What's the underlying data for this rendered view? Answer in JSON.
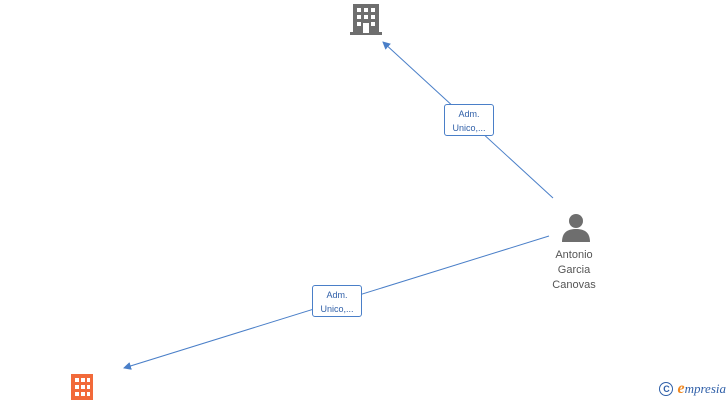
{
  "nodes": {
    "company_top": {
      "type": "company",
      "color": "#6e6e6e",
      "icon": "building-icon"
    },
    "company_bottom": {
      "type": "company",
      "color": "#f26a3a",
      "icon": "building-icon"
    },
    "person": {
      "type": "person",
      "color": "#6e6e6e",
      "icon": "person-icon",
      "name_lines": [
        "Antonio",
        "Garcia",
        "Canovas"
      ]
    }
  },
  "edges": [
    {
      "from": "person",
      "to": "company_top",
      "label_lines": [
        "Adm.",
        "Unico,..."
      ]
    },
    {
      "from": "person",
      "to": "company_bottom",
      "label_lines": [
        "Adm.",
        "Unico,..."
      ]
    }
  ],
  "edge_color": "#4a7fc8",
  "footer": {
    "copyright_symbol": "C",
    "brand_initial": "e",
    "brand_rest": "mpresia",
    "brand_color": "#2f5fa8",
    "brand_initial_color": "#f08a24"
  }
}
